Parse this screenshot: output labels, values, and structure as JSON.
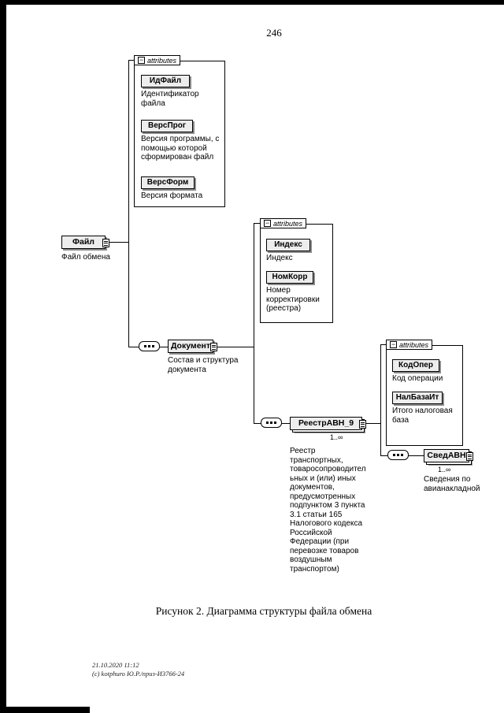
{
  "page": {
    "number": "246",
    "caption": "Рисунок 2. Диаграмма структуры файла обмена",
    "footer_line1": "21.10.2020 11:12",
    "footer_line2": "(с) kotphuro Ю.Р./приз-И3766-24"
  },
  "diagram": {
    "attributes_label": "attributes",
    "collapse_glyph": "−",
    "file": {
      "name": "Файл",
      "desc": "Файл обмена"
    },
    "file_attrs": [
      {
        "name": "ИдФайл",
        "desc": "Идентификатор файла"
      },
      {
        "name": "ВерсПрог",
        "desc": "Версия программы, с помощью которой сформирован файл"
      },
      {
        "name": "ВерсФорм",
        "desc": "Версия формата"
      }
    ],
    "document": {
      "name": "Документ",
      "desc": "Состав и структура документа"
    },
    "document_attrs": [
      {
        "name": "Индекс",
        "desc": "Индекс"
      },
      {
        "name": "НомКорр",
        "desc": "Номер корректировки (реестра)"
      }
    ],
    "reestr": {
      "name": "РеестрАВН_9",
      "cardinality": "1..∞",
      "desc": "Реестр транспортных, товаросопроводительных и (или) иных документов, предусмотренных подпунктом 3 пункта 3.1 статьи 165 Налогового кодекса Российской Федерации (при перевозке товаров воздушным транспортом)"
    },
    "reestr_attrs": [
      {
        "name": "КодОпер",
        "desc": "Код операции"
      },
      {
        "name": "НалБазаИт",
        "desc": "Итого налоговая база"
      }
    ],
    "sved": {
      "name": "СведАВН",
      "cardinality": "1..∞",
      "desc": "Сведения по авианакладной"
    }
  }
}
